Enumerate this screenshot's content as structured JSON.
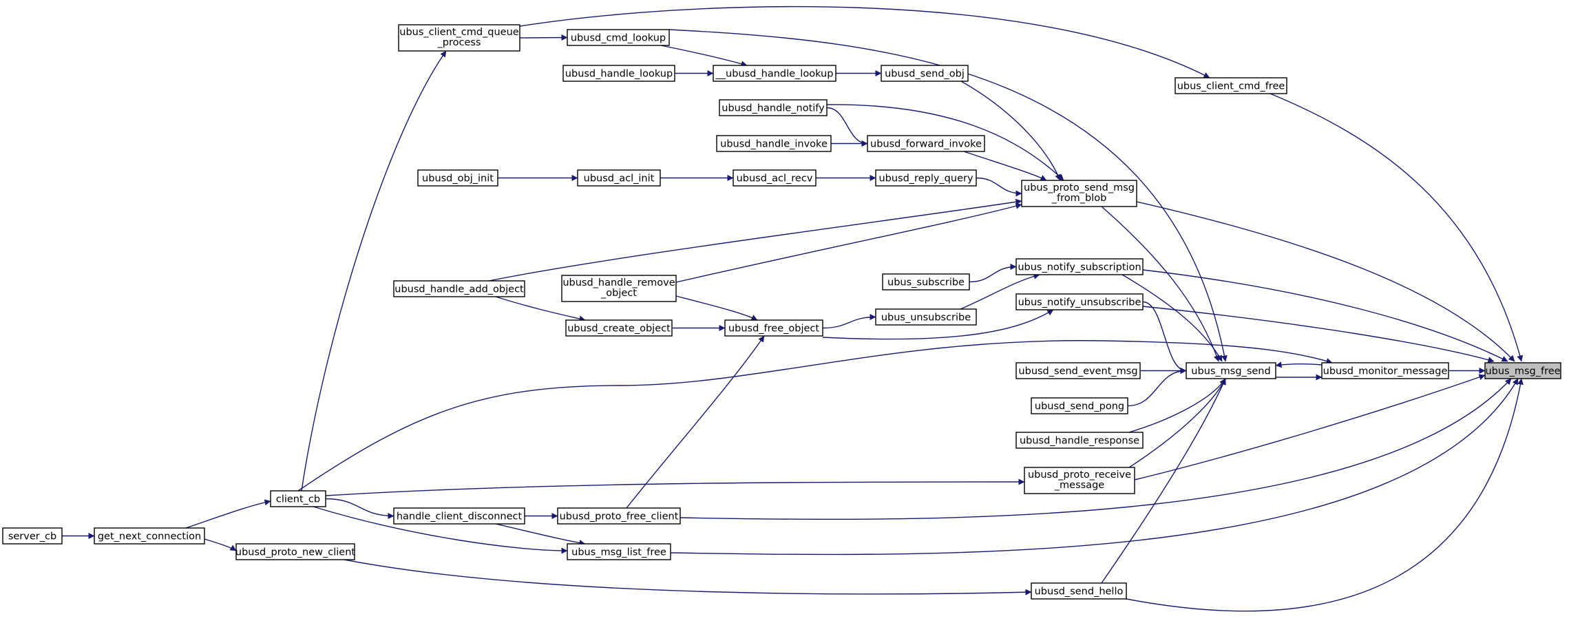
{
  "graph": {
    "accent_color": "#191970",
    "root_fill": "#bfbfbf",
    "nodes": [
      {
        "id": "ubus_msg_free",
        "label": "ubus_msg_free",
        "root": true
      },
      {
        "id": "ubus_monitor_message",
        "label": "ubusd_monitor_message"
      },
      {
        "id": "ubus_msg_send",
        "label": "ubus_msg_send"
      },
      {
        "id": "ubus_client_cmd_free",
        "label": "ubus_client_cmd_free"
      },
      {
        "id": "ubus_proto_send_msg_from_blob",
        "label": "ubus_proto_send_msg\n_from_blob"
      },
      {
        "id": "ubus_notify_subscription",
        "label": "ubus_notify_subscription"
      },
      {
        "id": "ubus_notify_unsubscribe",
        "label": "ubus_notify_unsubscribe"
      },
      {
        "id": "ubusd_proto_receive_message",
        "label": "ubusd_proto_receive\n_message"
      },
      {
        "id": "ubusd_send_hello",
        "label": "ubusd_send_hello"
      },
      {
        "id": "ubusd_send_event_msg",
        "label": "ubusd_send_event_msg"
      },
      {
        "id": "ubusd_send_pong",
        "label": "ubusd_send_pong"
      },
      {
        "id": "ubusd_handle_response",
        "label": "ubusd_handle_response"
      },
      {
        "id": "ubusd_cmd_lookup",
        "label": "ubusd_cmd_lookup"
      },
      {
        "id": "ubus_client_cmd_queue_process",
        "label": "ubus_client_cmd_queue\n_process"
      },
      {
        "id": "ubusd_send_obj",
        "label": "ubusd_send_obj"
      },
      {
        "id": "ubusd_forward_invoke",
        "label": "ubusd_forward_invoke"
      },
      {
        "id": "ubusd_reply_query",
        "label": "ubusd_reply_query"
      },
      {
        "id": "ubusd_handle_add_object",
        "label": "ubusd_handle_add_object"
      },
      {
        "id": "ubusd_handle_remove_object",
        "label": "ubusd_handle_remove\n_object"
      },
      {
        "id": "ubus_subscribe",
        "label": "ubus_subscribe"
      },
      {
        "id": "ubus_unsubscribe",
        "label": "ubus_unsubscribe"
      },
      {
        "id": "ubusd_free_object",
        "label": "ubusd_free_object"
      },
      {
        "id": "ubusd_proto_free_client",
        "label": "ubusd_proto_free_client"
      },
      {
        "id": "ubus_msg_list_free",
        "label": "ubus_msg_list_free"
      },
      {
        "id": "__ubusd_handle_lookup",
        "label": "__ubusd_handle_lookup"
      },
      {
        "id": "ubusd_handle_lookup",
        "label": "ubusd_handle_lookup"
      },
      {
        "id": "ubusd_handle_notify",
        "label": "ubusd_handle_notify"
      },
      {
        "id": "ubusd_handle_invoke",
        "label": "ubusd_handle_invoke"
      },
      {
        "id": "ubusd_acl_recv",
        "label": "ubusd_acl_recv"
      },
      {
        "id": "ubusd_acl_init",
        "label": "ubusd_acl_init"
      },
      {
        "id": "ubusd_obj_init",
        "label": "ubusd_obj_init"
      },
      {
        "id": "ubusd_create_object",
        "label": "ubusd_create_object"
      },
      {
        "id": "client_cb",
        "label": "client_cb"
      },
      {
        "id": "handle_client_disconnect",
        "label": "handle_client_disconnect"
      },
      {
        "id": "get_next_connection",
        "label": "get_next_connection"
      },
      {
        "id": "ubusd_proto_new_client",
        "label": "ubusd_proto_new_client"
      },
      {
        "id": "server_cb",
        "label": "server_cb"
      }
    ],
    "edges": [
      [
        "ubus_monitor_message",
        "ubus_msg_free"
      ],
      [
        "ubus_client_cmd_free",
        "ubus_msg_free"
      ],
      [
        "ubus_proto_send_msg_from_blob",
        "ubus_msg_free"
      ],
      [
        "ubus_notify_subscription",
        "ubus_msg_free"
      ],
      [
        "ubus_notify_unsubscribe",
        "ubus_msg_free"
      ],
      [
        "ubusd_proto_receive_message",
        "ubus_msg_free"
      ],
      [
        "ubusd_send_hello",
        "ubus_msg_free"
      ],
      [
        "ubusd_proto_free_client",
        "ubus_msg_free"
      ],
      [
        "ubus_msg_list_free",
        "ubus_msg_free"
      ],
      [
        "ubus_msg_send",
        "ubus_monitor_message"
      ],
      [
        "ubus_monitor_message",
        "ubus_msg_send"
      ],
      [
        "client_cb",
        "ubus_monitor_message"
      ],
      [
        "ubusd_cmd_lookup",
        "ubus_msg_send"
      ],
      [
        "ubus_proto_send_msg_from_blob",
        "ubus_msg_send"
      ],
      [
        "ubus_notify_subscription",
        "ubus_msg_send"
      ],
      [
        "ubus_notify_unsubscribe",
        "ubus_msg_send"
      ],
      [
        "ubusd_send_event_msg",
        "ubus_msg_send"
      ],
      [
        "ubusd_send_pong",
        "ubus_msg_send"
      ],
      [
        "ubusd_handle_response",
        "ubus_msg_send"
      ],
      [
        "ubusd_proto_receive_message",
        "ubus_msg_send"
      ],
      [
        "ubusd_send_hello",
        "ubus_msg_send"
      ],
      [
        "ubus_client_cmd_queue_process",
        "ubus_client_cmd_free"
      ],
      [
        "ubus_client_cmd_queue_process",
        "ubusd_cmd_lookup"
      ],
      [
        "ubusd_send_obj",
        "ubus_proto_send_msg_from_blob"
      ],
      [
        "ubusd_forward_invoke",
        "ubus_proto_send_msg_from_blob"
      ],
      [
        "ubusd_reply_query",
        "ubus_proto_send_msg_from_blob"
      ],
      [
        "ubusd_handle_notify",
        "ubus_proto_send_msg_from_blob"
      ],
      [
        "ubusd_handle_add_object",
        "ubus_proto_send_msg_from_blob"
      ],
      [
        "ubusd_handle_remove_object",
        "ubus_proto_send_msg_from_blob"
      ],
      [
        "ubusd_cmd_lookup",
        "__ubusd_handle_lookup"
      ],
      [
        "ubusd_handle_lookup",
        "__ubusd_handle_lookup"
      ],
      [
        "__ubusd_handle_lookup",
        "ubusd_send_obj"
      ],
      [
        "ubusd_handle_notify",
        "ubusd_forward_invoke"
      ],
      [
        "ubusd_handle_invoke",
        "ubusd_forward_invoke"
      ],
      [
        "ubusd_obj_init",
        "ubusd_acl_init"
      ],
      [
        "ubusd_acl_init",
        "ubusd_acl_recv"
      ],
      [
        "ubusd_acl_recv",
        "ubusd_reply_query"
      ],
      [
        "ubus_subscribe",
        "ubus_notify_subscription"
      ],
      [
        "ubus_unsubscribe",
        "ubus_notify_subscription"
      ],
      [
        "ubusd_free_object",
        "ubus_unsubscribe"
      ],
      [
        "ubusd_free_object",
        "ubus_notify_unsubscribe"
      ],
      [
        "ubusd_handle_add_object",
        "ubusd_create_object"
      ],
      [
        "ubusd_create_object",
        "ubusd_free_object"
      ],
      [
        "ubusd_handle_remove_object",
        "ubusd_free_object"
      ],
      [
        "ubusd_proto_free_client",
        "ubusd_free_object"
      ],
      [
        "client_cb",
        "ubus_client_cmd_queue_process"
      ],
      [
        "client_cb",
        "ubusd_proto_receive_message"
      ],
      [
        "client_cb",
        "handle_client_disconnect"
      ],
      [
        "client_cb",
        "ubus_msg_list_free"
      ],
      [
        "handle_client_disconnect",
        "ubusd_proto_free_client"
      ],
      [
        "handle_client_disconnect",
        "ubus_msg_list_free"
      ],
      [
        "get_next_connection",
        "client_cb"
      ],
      [
        "get_next_connection",
        "ubusd_proto_new_client"
      ],
      [
        "ubusd_proto_new_client",
        "ubusd_send_hello"
      ],
      [
        "server_cb",
        "get_next_connection"
      ]
    ]
  }
}
